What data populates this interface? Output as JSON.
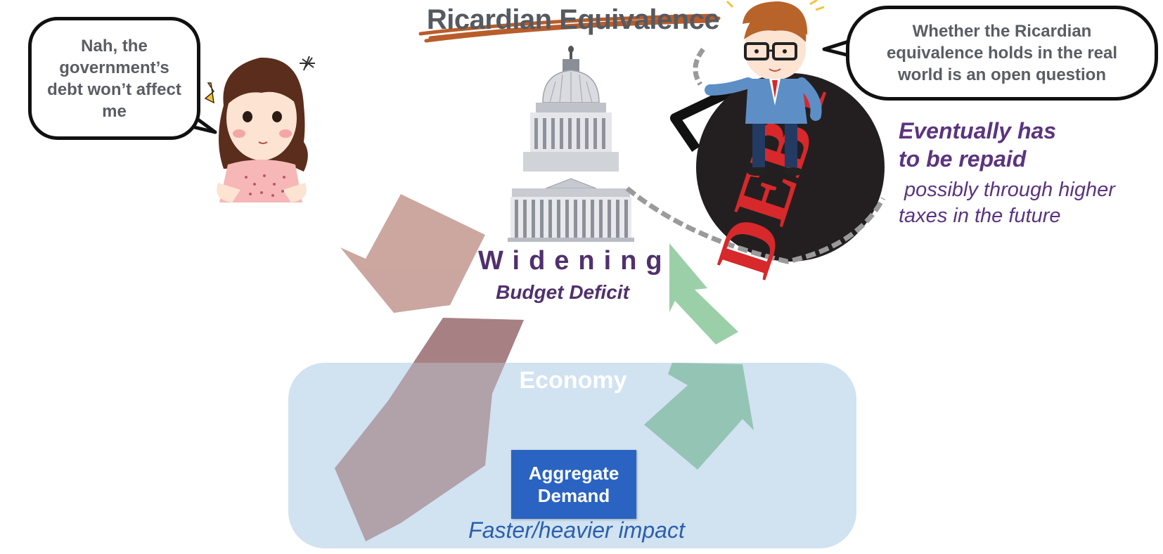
{
  "title": "Ricardian Equivalence",
  "bubble_left": {
    "lines": [
      "Nah, the",
      "government’s",
      "debt won’t affect",
      "me"
    ]
  },
  "bubble_right": {
    "lines": [
      "Whether the Ricardian",
      "equivalence holds in the real",
      "world is an open question"
    ]
  },
  "deficit": {
    "widening": "Widening",
    "budget_deficit": "Budget Deficit"
  },
  "repayment": {
    "title_lines": [
      "Eventually has",
      "to be repaid"
    ],
    "subtitle_lines": [
      " possibly through higher",
      "taxes in the future"
    ]
  },
  "ball_text": "DEBT",
  "economy": {
    "label": "Economy",
    "aggregate_demand_lines": [
      "Aggregate",
      "Demand"
    ],
    "impact_note": "Faster/heavier impact"
  },
  "colors": {
    "purple": "#51306e",
    "economy_fill": "#cfe0f0",
    "aggregate_demand_fill": "#2a63c2",
    "arrow_brown": "#b8857c",
    "arrow_green": "#8fc8a2",
    "debt_red": "#d7282b"
  },
  "icons": [
    "capitol-building-icon",
    "debt-ball-and-chain-icon",
    "woman-character-icon",
    "businessman-character-icon"
  ]
}
